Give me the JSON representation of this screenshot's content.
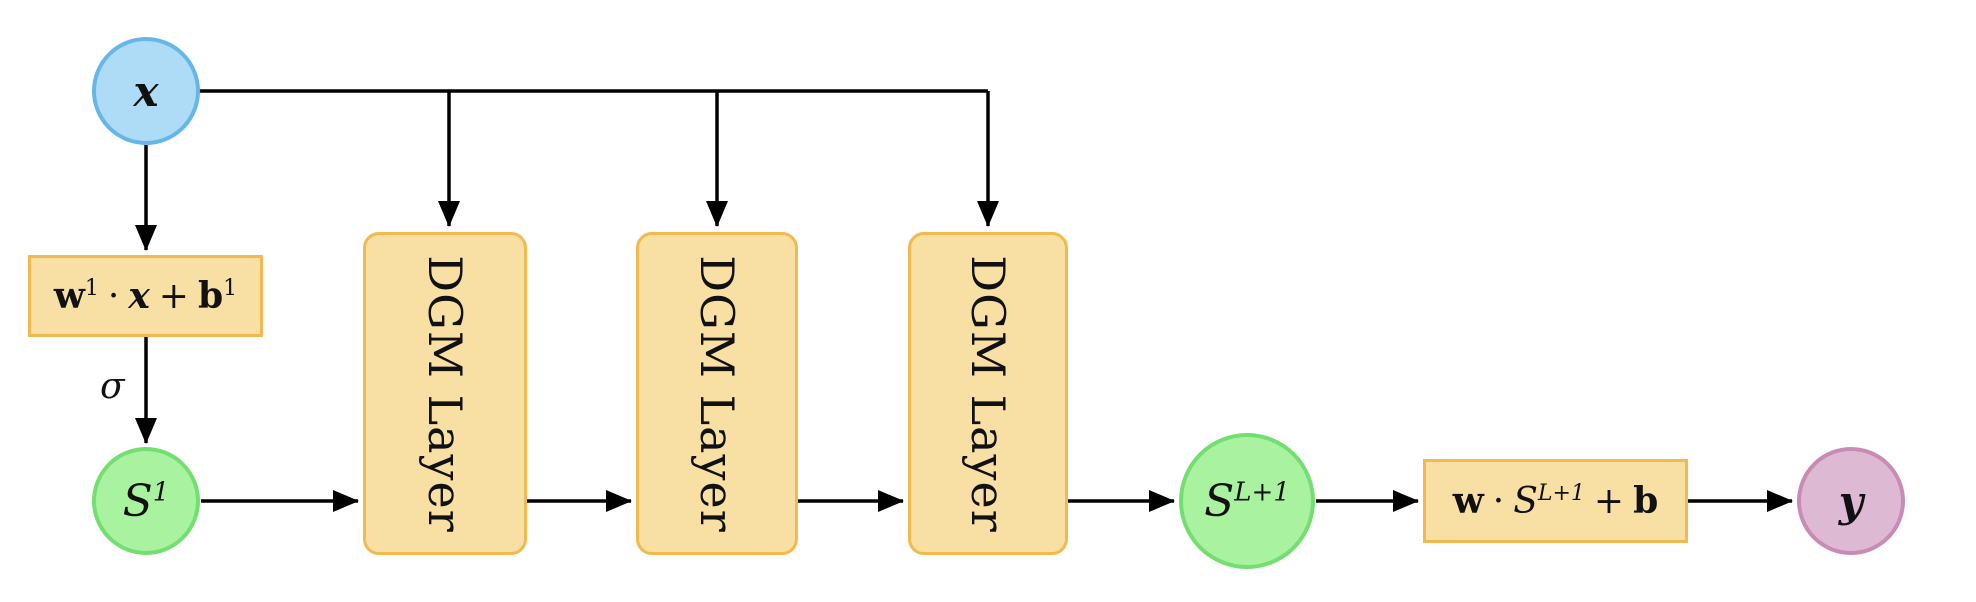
{
  "diagram": {
    "description": "DGM neural network architecture flow diagram",
    "colors": {
      "input_node_fill": "#AEDCF7",
      "input_node_stroke": "#66B6EA",
      "state_node_fill": "#A9F2A0",
      "state_node_stroke": "#74DF70",
      "layer_box_fill": "#F8E0A4",
      "layer_box_stroke": "#F2B94F",
      "output_node_fill": "#DDB9D4",
      "output_node_stroke": "#C98BB4",
      "edge": "#000000"
    },
    "nodes": {
      "input_x": {
        "label": "x"
      },
      "input_affine": {
        "w": "w",
        "w_sup": "1",
        "dot": "·",
        "x": "x",
        "plus": "+",
        "b": "b",
        "b_sup": "1"
      },
      "sigma_label": "σ",
      "s1": {
        "base": "S",
        "sup": "1"
      },
      "dgm_layers": [
        {
          "label": "DGM Layer"
        },
        {
          "label": "DGM Layer"
        },
        {
          "label": "DGM Layer"
        }
      ],
      "s_last": {
        "base": "S",
        "sup": "L+1"
      },
      "output_affine": {
        "w": "w",
        "dot": "·",
        "s": "S",
        "s_sup": "L+1",
        "plus": "+",
        "b": "b"
      },
      "output_y": {
        "label": "y"
      }
    }
  }
}
